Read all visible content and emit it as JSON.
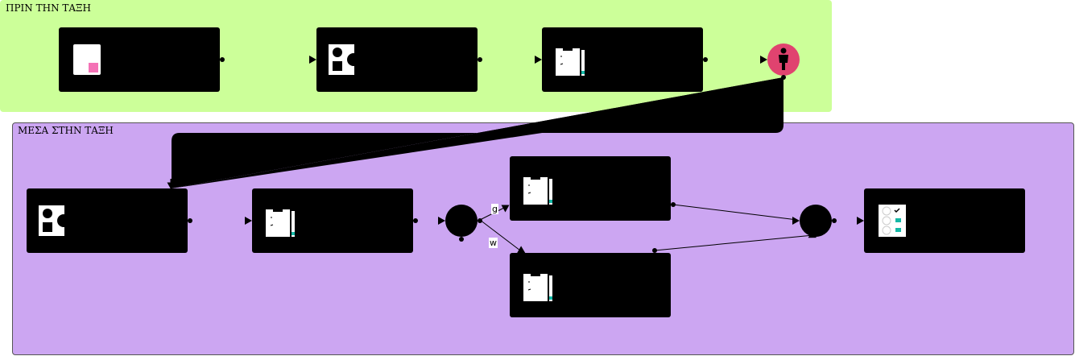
{
  "lanes": {
    "before": {
      "title": "ΠΡΙΝ ΤΗΝ ΤΑΞΗ",
      "color": "#ccff99"
    },
    "during": {
      "title": "ΜΕΣΑ ΣΤΗΝ ΤΑΞΗ",
      "color": "#cca6f2"
    }
  },
  "icons": {
    "document": "document-icon",
    "shapes": "shapes-icon",
    "clipboard": "clipboard-pencil-icon",
    "person": "person-icon",
    "checklist": "checklist-icon"
  },
  "colors": {
    "block": "#000000",
    "person_circle": "#e0436f",
    "accent_pink": "#f472b6",
    "accent_teal": "#14b8a6"
  },
  "edges": {
    "branch_top": "g",
    "branch_bottom": "w"
  }
}
